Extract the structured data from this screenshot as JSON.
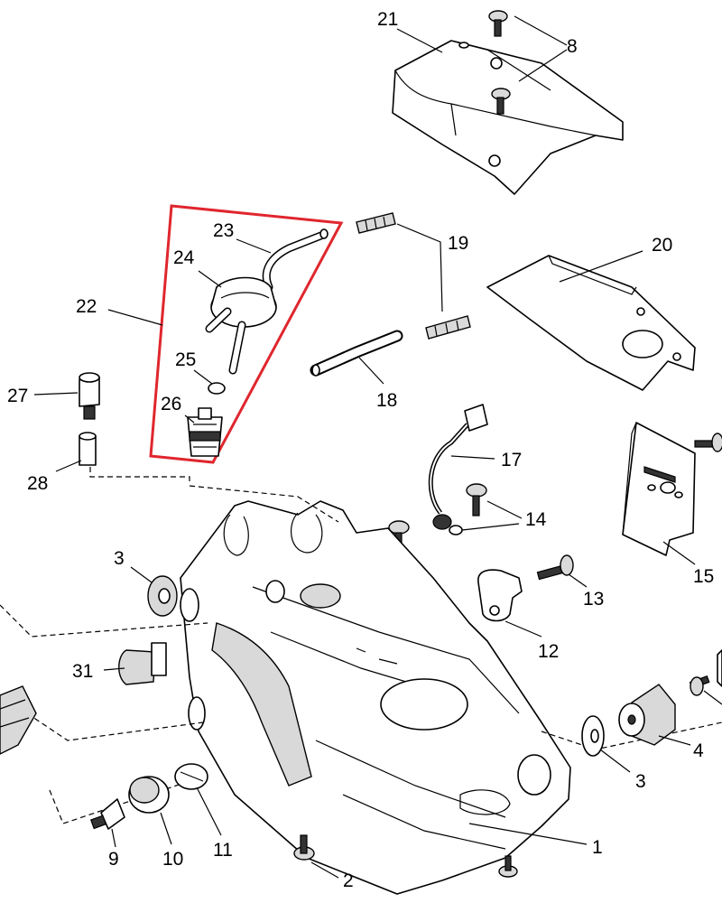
{
  "labels": {
    "l1": "1",
    "l2": "2",
    "l3a": "3",
    "l3b": "3",
    "l4": "4",
    "l8": "8",
    "l9": "9",
    "l10": "10",
    "l11": "11",
    "l12": "12",
    "l13": "13",
    "l14": "14",
    "l15": "15",
    "l17": "17",
    "l18": "18",
    "l19": "19",
    "l20": "20",
    "l21": "21",
    "l22": "22",
    "l23": "23",
    "l24": "24",
    "l25": "25",
    "l26": "26",
    "l27": "27",
    "l28": "28",
    "l31": "31"
  },
  "colors": {
    "highlight": "#e0262e",
    "line": "#000000",
    "shade": "#d9d9d9"
  },
  "highlight_group": "22"
}
